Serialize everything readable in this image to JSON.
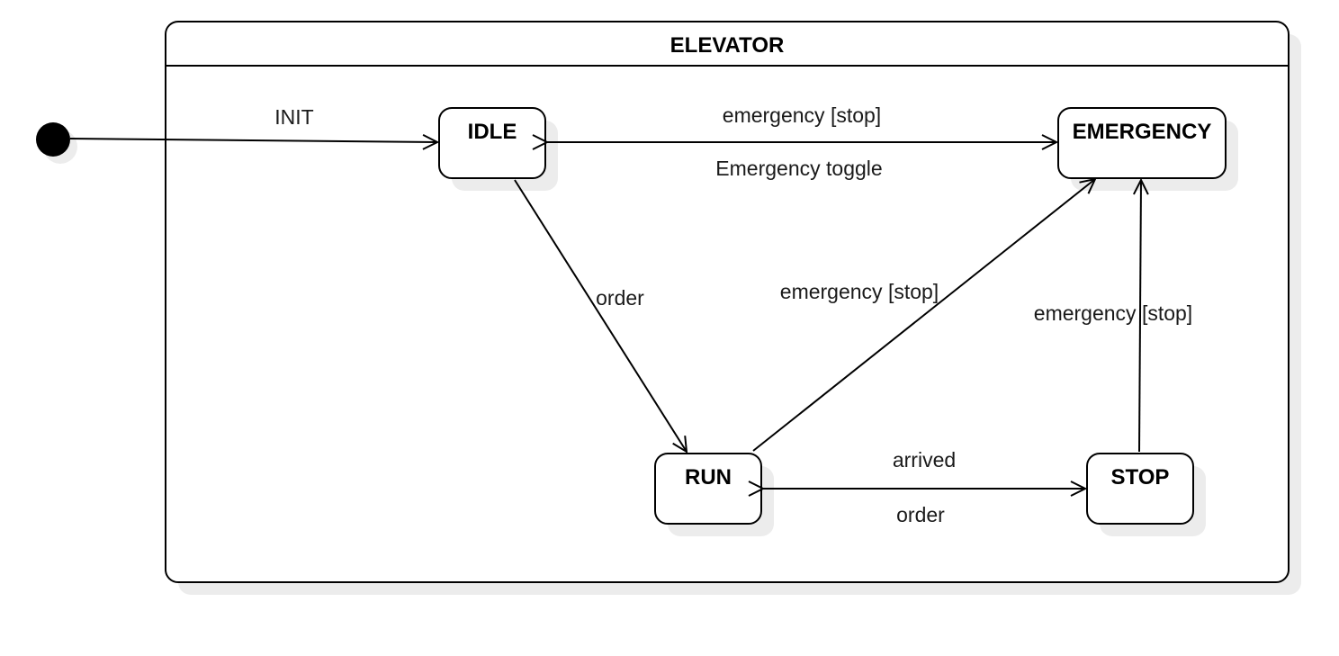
{
  "container": {
    "title": "ELEVATOR"
  },
  "states": {
    "idle": "IDLE",
    "emergency": "EMERGENCY",
    "run": "RUN",
    "stop": "STOP"
  },
  "transitions": {
    "init": "INIT",
    "idle_to_emergency": "emergency [stop]",
    "emergency_to_idle": "Emergency toggle",
    "idle_to_run": "order",
    "run_to_emergency": "emergency [stop]",
    "stop_to_emergency": "emergency [stop]",
    "run_to_stop": "arrived",
    "stop_to_run": "order"
  },
  "colors": {
    "stroke": "#000000",
    "shadow": "#ececec",
    "background": "#ffffff"
  }
}
